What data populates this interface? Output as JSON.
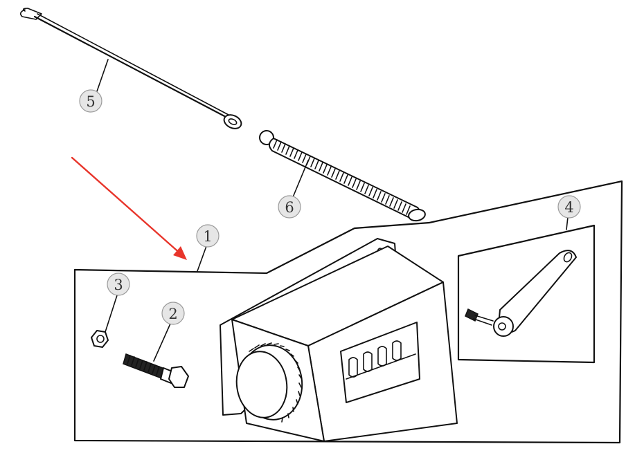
{
  "callouts": {
    "c1": "1",
    "c2": "2",
    "c3": "3",
    "c4": "4",
    "c5": "5",
    "c6": "6"
  },
  "colors": {
    "arrow": "#e8342a",
    "ink": "#111111",
    "callout_fill": "#e6e6e6"
  },
  "icons": {
    "counter": "counter-unit-icon",
    "knob": "reset-knob-icon",
    "bolt": "bolt-icon",
    "nut": "nut-icon",
    "lever": "drive-lever-icon",
    "rod": "connecting-rod-icon",
    "spring": "tension-spring-icon"
  }
}
